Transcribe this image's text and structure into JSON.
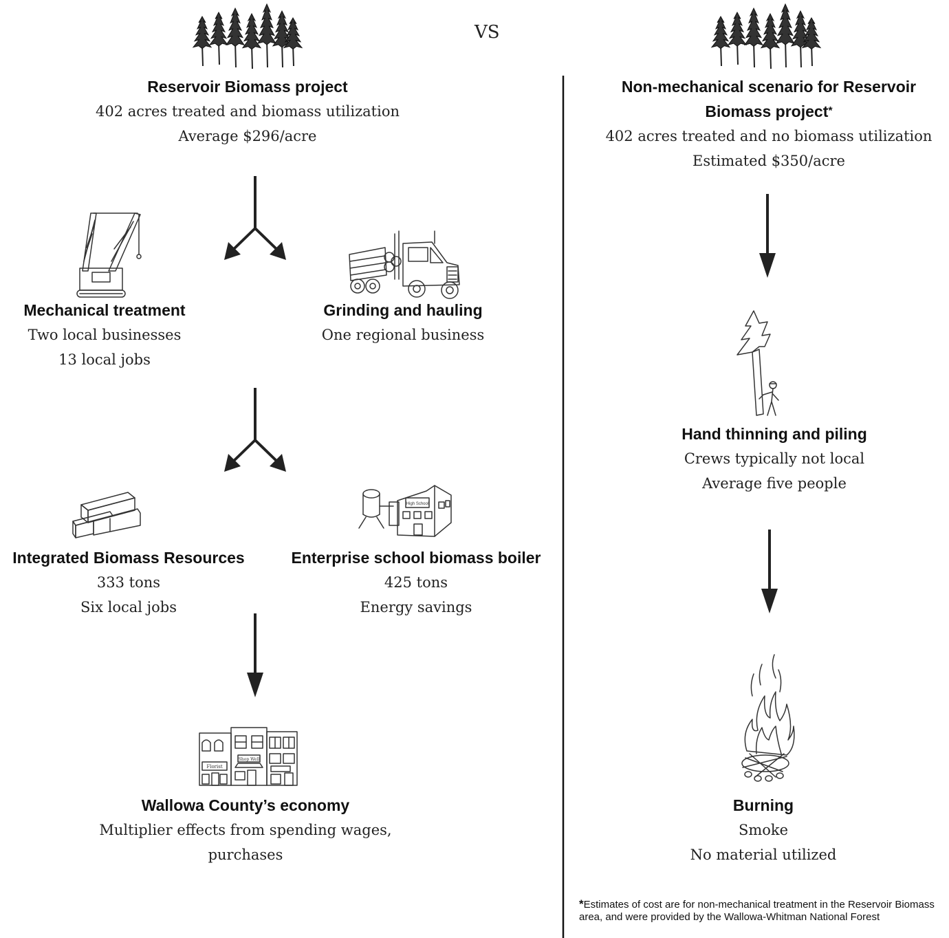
{
  "vs_label": "VS",
  "left": {
    "header": {
      "title": "Reservoir Biomass project",
      "line1": "402 acres treated and biomass utilization",
      "line2": "Average $296/acre"
    },
    "mechanical": {
      "title": "Mechanical treatment",
      "line1": "Two local businesses",
      "line2": "13 local jobs"
    },
    "grinding": {
      "title": "Grinding and hauling",
      "line1": "One regional business"
    },
    "ibr": {
      "title": "Integrated Biomass Resources",
      "line1": "333 tons",
      "line2": "Six local jobs"
    },
    "school": {
      "title": "Enterprise school biomass boiler",
      "line1": "425 tons",
      "line2": "Energy savings",
      "sign": "High School"
    },
    "economy": {
      "title": "Wallowa County’s economy",
      "line1": "Multiplier effects from spending wages,",
      "line2": "purchases",
      "shop1": "Florist",
      "shop2": "Shop Well"
    }
  },
  "right": {
    "header": {
      "title_line1": "Non-mechanical scenario for Reservoir",
      "title_line2": "Biomass project",
      "asterisk": "*",
      "line1": "402 acres treated and no biomass utilization",
      "line2": "Estimated $350/acre"
    },
    "hand": {
      "title": "Hand thinning and piling",
      "line1": "Crews typically not local",
      "line2": "Average five people"
    },
    "burning": {
      "title": "Burning",
      "line1": "Smoke",
      "line2": "No material utilized"
    },
    "footnote": {
      "asterisk": "*",
      "text": "Estimates of cost are for non-mechanical treatment in the Reservoir Biomass area, and were provided by the Wallowa-Whitman National Forest"
    }
  }
}
